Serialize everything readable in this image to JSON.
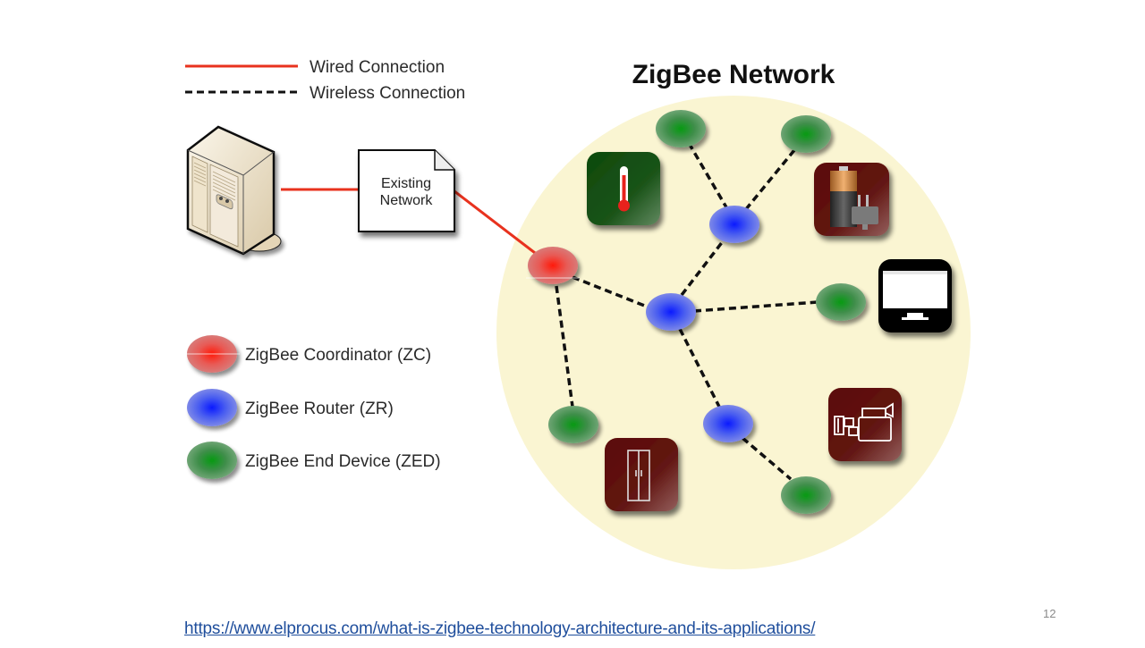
{
  "title": "ZigBee Network",
  "legend": {
    "connections": [
      {
        "label": "Wired Connection",
        "style": "solid",
        "color": "#e8321e"
      },
      {
        "label": "Wireless Connection",
        "style": "dashed",
        "color": "#111111"
      }
    ],
    "nodes": [
      {
        "label": "ZigBee Coordinator (ZC)",
        "type": "coordinator",
        "color": "#ff2a1a"
      },
      {
        "label": "ZigBee Router (ZR)",
        "type": "router",
        "color": "#1a2bff"
      },
      {
        "label": "ZigBee End Device (ZED)",
        "type": "end-device",
        "color": "#0a9a1a"
      }
    ]
  },
  "existing_network": {
    "line1": "Existing",
    "line2": "Network"
  },
  "server_icon": "server-icon",
  "network": {
    "background_color": "#faf5d2",
    "nodes": [
      {
        "id": "zc",
        "type": "coordinator"
      },
      {
        "id": "zr1",
        "type": "router"
      },
      {
        "id": "zr2",
        "type": "router"
      },
      {
        "id": "zr3",
        "type": "router"
      },
      {
        "id": "zed1",
        "type": "end-device"
      },
      {
        "id": "zed2",
        "type": "end-device"
      },
      {
        "id": "zed3",
        "type": "end-device"
      },
      {
        "id": "zed4",
        "type": "end-device"
      },
      {
        "id": "zed5",
        "type": "end-device"
      }
    ],
    "links": [
      {
        "from": "server",
        "to": "existing-network",
        "type": "wired"
      },
      {
        "from": "existing-network",
        "to": "zc",
        "type": "wired"
      },
      {
        "from": "zc",
        "to": "zr2",
        "type": "wireless"
      },
      {
        "from": "zc",
        "to": "zed4",
        "type": "wireless"
      },
      {
        "from": "zr2",
        "to": "zr1",
        "type": "wireless"
      },
      {
        "from": "zr1",
        "to": "zed1",
        "type": "wireless"
      },
      {
        "from": "zr1",
        "to": "zed2",
        "type": "wireless"
      },
      {
        "from": "zr2",
        "to": "zed3",
        "type": "wireless"
      },
      {
        "from": "zr2",
        "to": "zr3",
        "type": "wireless"
      },
      {
        "from": "zr3",
        "to": "zed5",
        "type": "wireless"
      }
    ],
    "devices": [
      {
        "name": "thermometer",
        "icon": "thermometer-icon",
        "tile_color": "#0e4a0c"
      },
      {
        "name": "battery-charger",
        "icon": "battery-plug-icon",
        "tile_color": "#5a0a06"
      },
      {
        "name": "monitor",
        "icon": "monitor-icon",
        "tile_color": "#000000"
      },
      {
        "name": "video-camera",
        "icon": "video-camera-icon",
        "tile_color": "#5a0a06"
      },
      {
        "name": "refrigerator",
        "icon": "refrigerator-icon",
        "tile_color": "#5a0a06"
      }
    ]
  },
  "footer": {
    "link": "https://www.elprocus.com/what-is-zigbee-technology-architecture-and-its-applications/",
    "page_number": "12"
  }
}
